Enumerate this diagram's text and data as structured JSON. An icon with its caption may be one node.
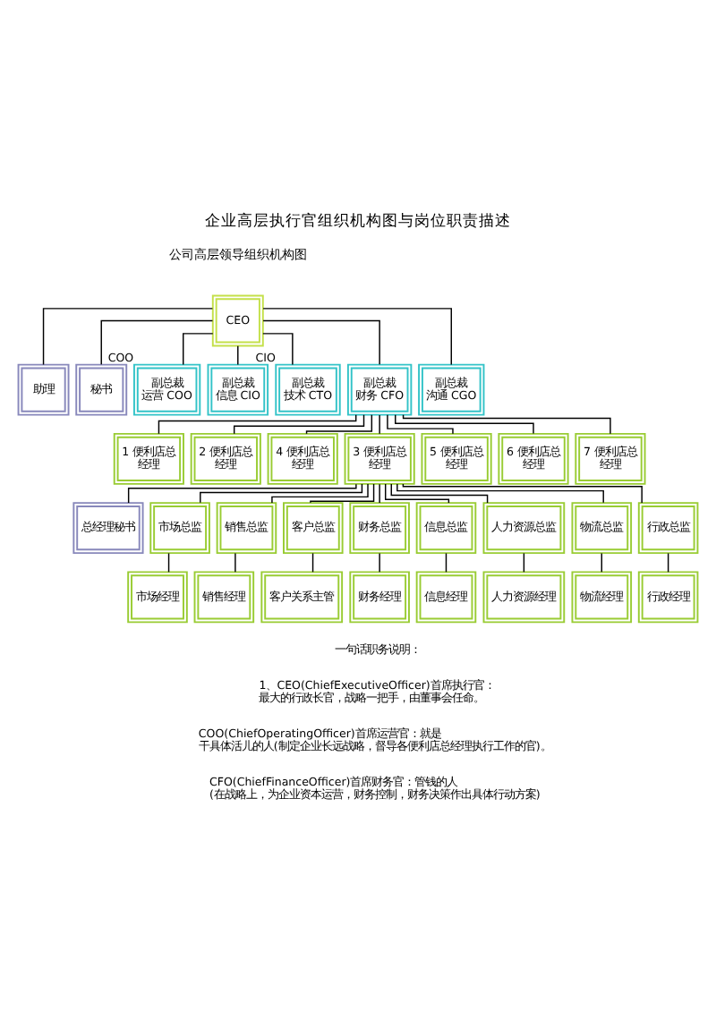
{
  "diagram": {
    "title": "企业高层执行官组织机构图与岗位职责描述",
    "nodes": [
      {
        "text": [
          "CEO"
        ]
      },
      {
        "text": [
          "助理"
        ]
      },
      {
        "text": [
          "秘书"
        ]
      },
      {
        "text": [
          "副总裁",
          "运营 COO"
        ],
        "beside": [
          "COO"
        ]
      },
      {
        "text": [
          "副总裁",
          "信息 CIO"
        ]
      },
      {
        "text": [
          "副总裁",
          "技术 CTO"
        ],
        "beside": [
          "CIO"
        ]
      },
      {
        "text": [
          "副总裁",
          "财务 CFO"
        ]
      },
      {
        "text": [
          "副总裁",
          "沟通 CGO"
        ]
      },
      {
        "text": [
          "1 便利店总经理"
        ]
      },
      {
        "text": [
          "2 便利店总经理"
        ]
      },
      {
        "text": [
          "4 便利店总经理"
        ]
      },
      {
        "text": [
          "3 便利店总经理"
        ]
      },
      {
        "text": [
          "5 便利店总经理"
        ]
      },
      {
        "text": [
          "6 便利店总经理"
        ]
      },
      {
        "text": [
          "7 便利店总经理"
        ]
      },
      {
        "text": [
          "总经理秘书"
        ]
      },
      {
        "text": [
          "市场总监"
        ]
      },
      {
        "text": [
          "销售总监"
        ]
      },
      {
        "text": [
          "客户总监"
        ]
      },
      {
        "text": [
          "财务总监"
        ]
      },
      {
        "text": [
          "信息总监"
        ]
      },
      {
        "text": [
          "人力资源总监"
        ]
      },
      {
        "text": [
          "物流总监"
        ]
      },
      {
        "text": [
          "行政总监"
        ]
      },
      {
        "text": [
          "市场经理"
        ]
      },
      {
        "text": [
          "销售经理"
        ]
      },
      {
        "text": [
          "客户关系主管"
        ]
      },
      {
        "text": [
          "财务经理"
        ]
      },
      {
        "text": [
          "信息经理"
        ]
      },
      {
        "text": [
          "人力资源经理"
        ]
      },
      {
        "text": [
          "物流经理"
        ]
      },
      {
        "text": [
          "行政经理"
        ]
      }
    ],
    "edges": [
      {
        "from": 0,
        "to": 1,
        "arrow": "none"
      },
      {
        "from": 0,
        "to": 2,
        "arrow": "none"
      },
      {
        "from": 0,
        "to": 3,
        "arrow": "none"
      },
      {
        "from": 0,
        "to": 4,
        "arrow": "none"
      },
      {
        "from": 0,
        "to": 5,
        "arrow": "none"
      },
      {
        "from": 0,
        "to": 6,
        "arrow": "none"
      },
      {
        "from": 0,
        "to": 7,
        "arrow": "none"
      },
      {
        "from": 6,
        "to": 8,
        "arrow": "none"
      },
      {
        "from": 6,
        "to": 9,
        "arrow": "none"
      },
      {
        "from": 6,
        "to": 10,
        "arrow": "none"
      },
      {
        "from": 6,
        "to": 11,
        "arrow": "none"
      },
      {
        "from": 6,
        "to": 12,
        "arrow": "none"
      },
      {
        "from": 6,
        "to": 13,
        "arrow": "none"
      },
      {
        "from": 6,
        "to": 14,
        "arrow": "none"
      },
      {
        "from": 11,
        "to": 15,
        "arrow": "none"
      },
      {
        "from": 11,
        "to": 16,
        "arrow": "none"
      },
      {
        "from": 11,
        "to": 17,
        "arrow": "none"
      },
      {
        "from": 11,
        "to": 18,
        "arrow": "none"
      },
      {
        "from": 11,
        "to": 19,
        "arrow": "none"
      },
      {
        "from": 11,
        "to": 20,
        "arrow": "none"
      },
      {
        "from": 11,
        "to": 21,
        "arrow": "none"
      },
      {
        "from": 11,
        "to": 22,
        "arrow": "none"
      },
      {
        "from": 11,
        "to": 23,
        "arrow": "none"
      },
      {
        "from": 16,
        "to": 24,
        "arrow": "none"
      },
      {
        "from": 17,
        "to": 25,
        "arrow": "none"
      },
      {
        "from": 18,
        "to": 26,
        "arrow": "none"
      },
      {
        "from": 19,
        "to": 27,
        "arrow": "none"
      },
      {
        "from": 20,
        "to": 28,
        "arrow": "none"
      },
      {
        "from": 21,
        "to": 29,
        "arrow": "none"
      },
      {
        "from": 22,
        "to": 30,
        "arrow": "none"
      },
      {
        "from": 23,
        "to": 31,
        "arrow": "none"
      }
    ],
    "labels": [
      "公司高层领导组织机构图",
      "一句话职务说明：",
      "1、CEO(ChiefExecutiveOfficer)首席执行官：最大的行政长官，战略一把手，由董事会任命。",
      "COO(ChiefOperatingOfficer)首席运营官：就是干具体活儿的人(制定企业长远战略，督导各便利店总经理执行工作的官)。",
      "CFO(ChiefFinanceOfficer)首席财务官：管钱的人(在战略上，为企业资本运营，财务控制，财务决策作出具体行动方案)"
    ]
  }
}
